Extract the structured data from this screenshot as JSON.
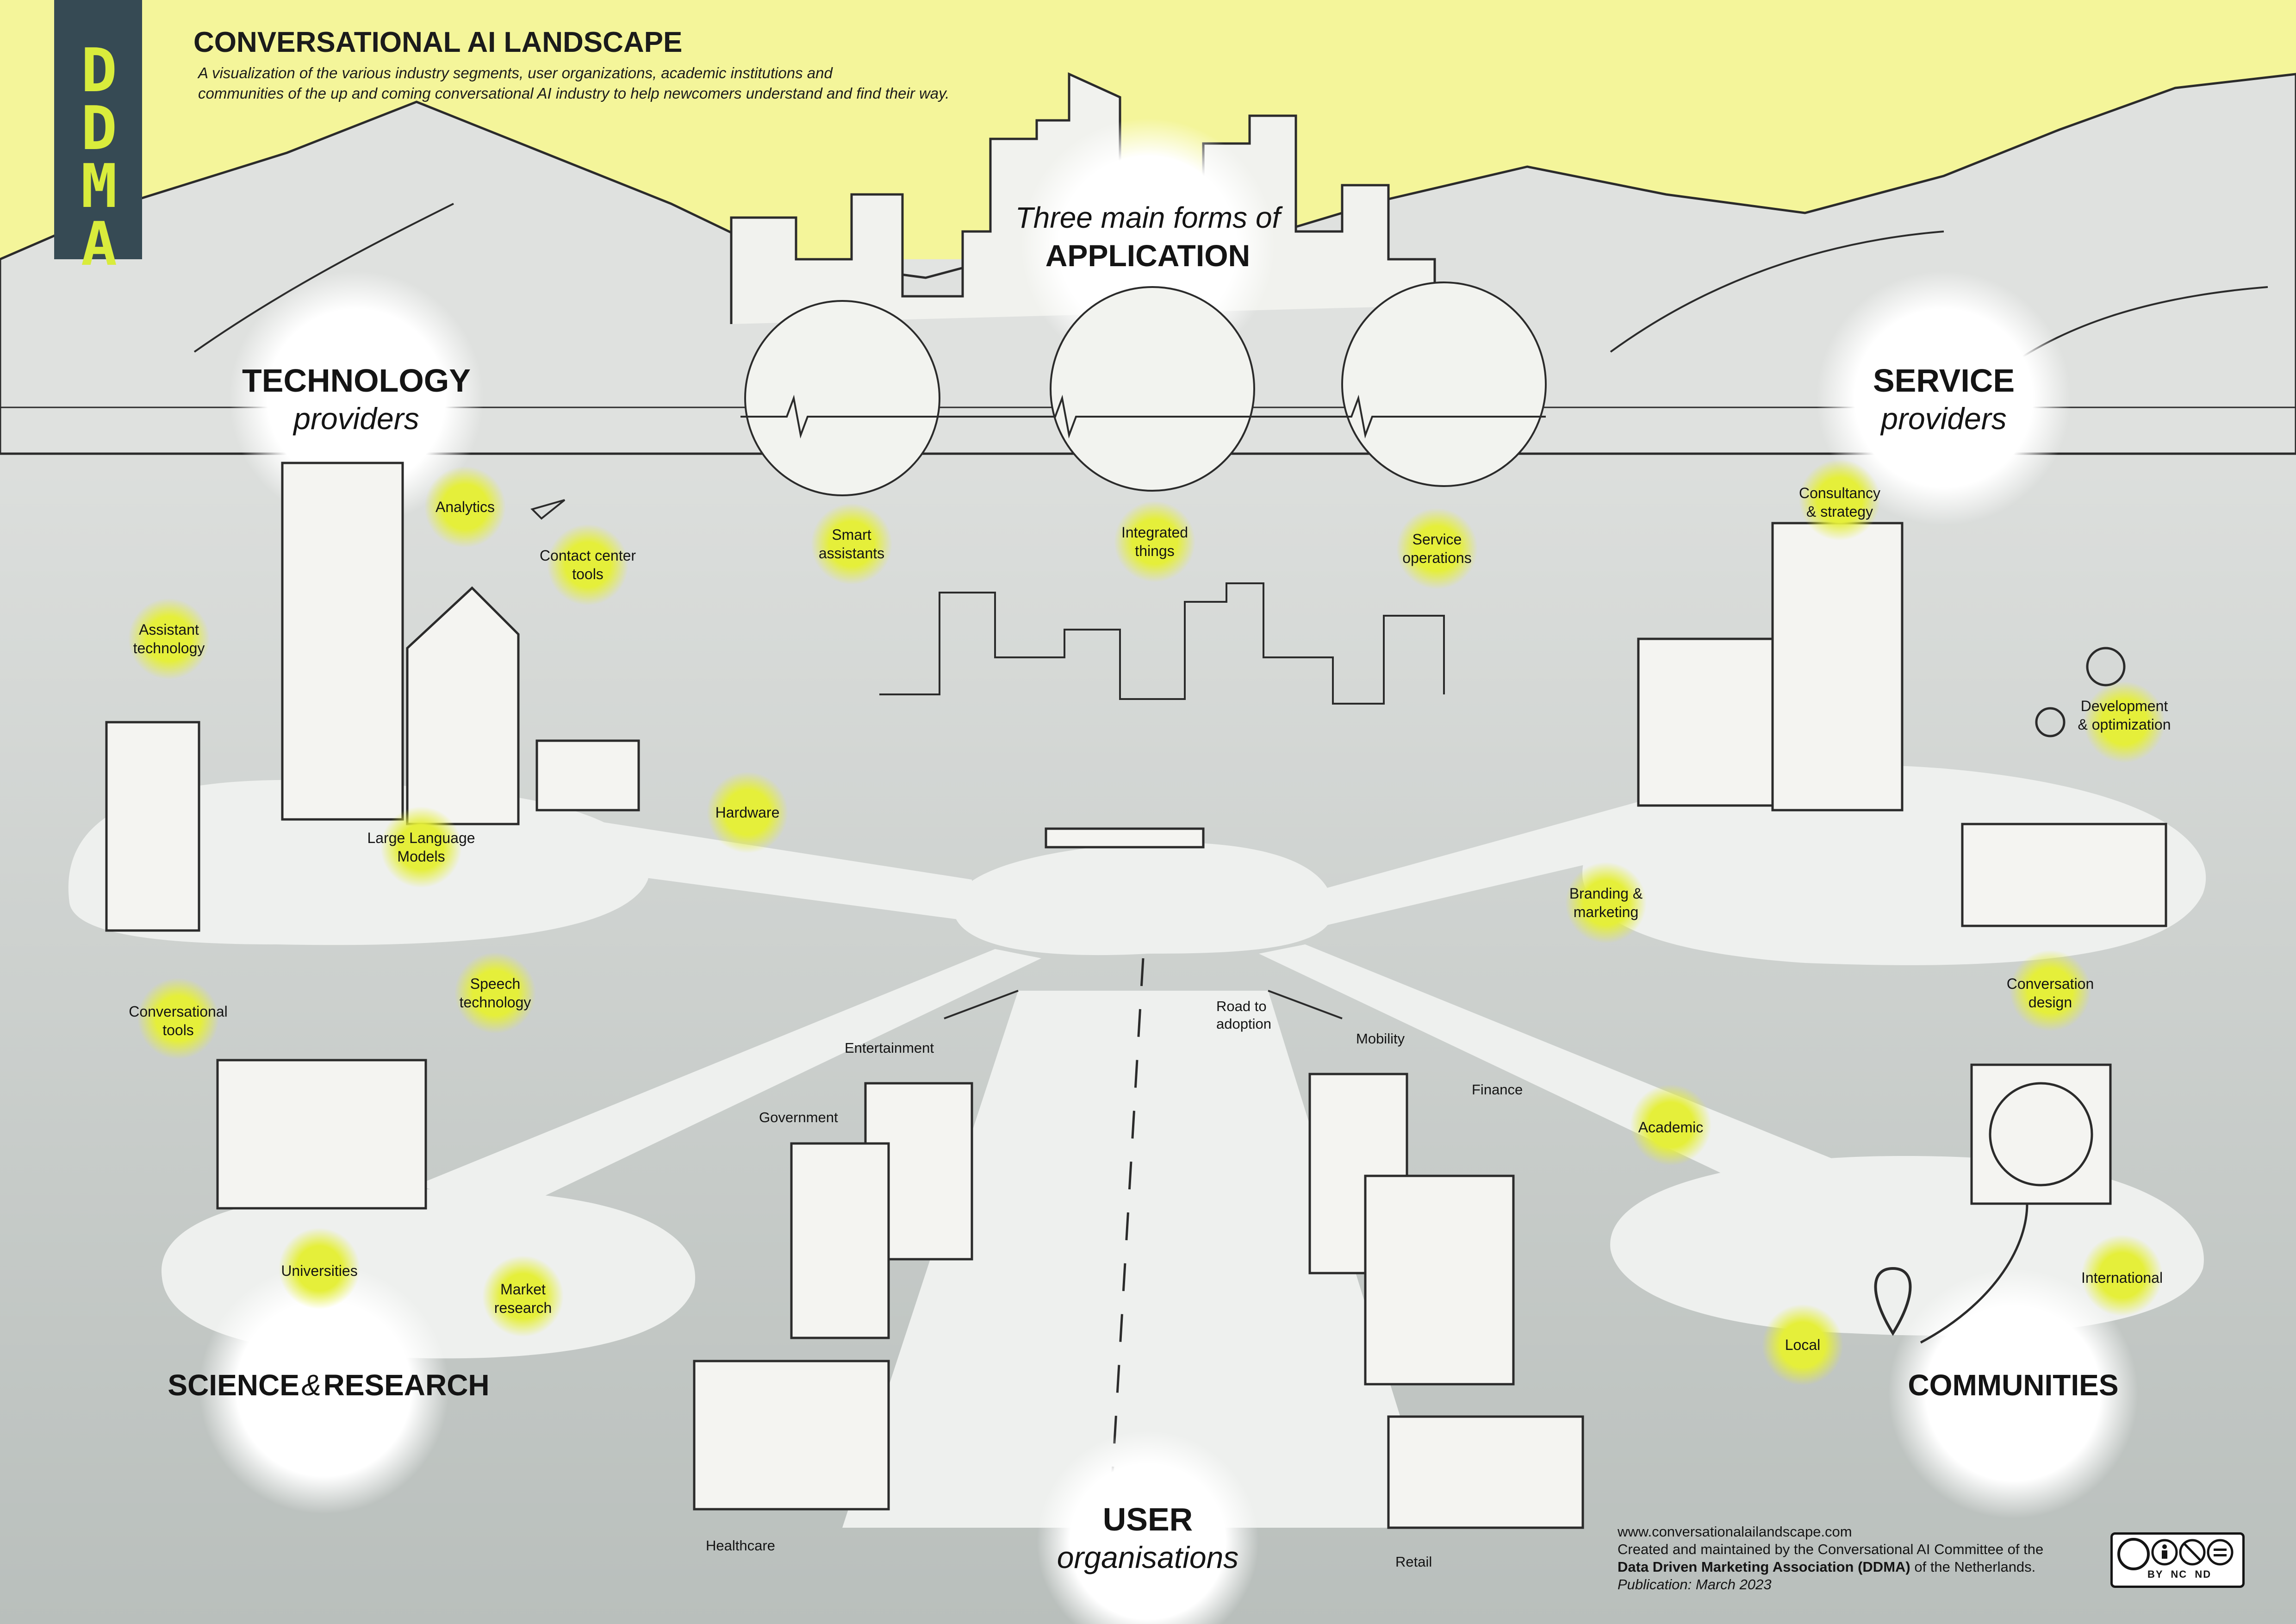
{
  "logo": {
    "text": "DDMA"
  },
  "header": {
    "title": "CONVERSATIONAL AI LANDSCAPE",
    "subtitle_line1": "A visualization of the various industry segments, user organizations, academic institutions and",
    "subtitle_line2": "communities of the up and coming conversational AI industry to help newcomers understand and find their way."
  },
  "application": {
    "title_line1": "Three main forms of",
    "title_line2": "APPLICATION",
    "items": [
      {
        "label_line1": "Smart",
        "label_line2": "assistants"
      },
      {
        "label_line1": "Integrated",
        "label_line2": "things"
      },
      {
        "label_line1": "Service",
        "label_line2": "operations"
      }
    ]
  },
  "technology": {
    "title": "TECHNOLOGY",
    "subtitle": "providers",
    "items": [
      {
        "label_line1": "Analytics",
        "label_line2": ""
      },
      {
        "label_line1": "Contact center",
        "label_line2": "tools"
      },
      {
        "label_line1": "Assistant",
        "label_line2": "technology"
      },
      {
        "label_line1": "Large Language",
        "label_line2": "Models"
      },
      {
        "label_line1": "Hardware",
        "label_line2": ""
      },
      {
        "label_line1": "Speech",
        "label_line2": "technology"
      },
      {
        "label_line1": "Conversational",
        "label_line2": "tools"
      }
    ]
  },
  "service": {
    "title": "SERVICE",
    "subtitle": "providers",
    "items": [
      {
        "label_line1": "Consultancy",
        "label_line2": "& strategy"
      },
      {
        "label_line1": "Development",
        "label_line2": "& optimization"
      },
      {
        "label_line1": "Branding &",
        "label_line2": "marketing"
      },
      {
        "label_line1": "Conversation",
        "label_line2": "design"
      }
    ]
  },
  "science": {
    "title_part1": "SCIENCE",
    "title_amp": "&",
    "title_part2": "RESEARCH",
    "items": [
      {
        "label_line1": "Universities",
        "label_line2": ""
      },
      {
        "label_line1": "Market",
        "label_line2": "research"
      }
    ]
  },
  "communities": {
    "title": "COMMUNITIES",
    "items": [
      {
        "label_line1": "Academic",
        "label_line2": ""
      },
      {
        "label_line1": "International",
        "label_line2": ""
      },
      {
        "label_line1": "Local",
        "label_line2": ""
      }
    ]
  },
  "user": {
    "title": "USER",
    "subtitle": "organisations",
    "road_label_line1": "Road to",
    "road_label_line2": "adoption",
    "segments": [
      "Entertainment",
      "Government",
      "Mobility",
      "Finance",
      "Healthcare",
      "Retail"
    ]
  },
  "footer": {
    "url": "www.conversationalailandscape.com",
    "line2": "Created and maintained by the Conversational AI Committee of the",
    "line3_bold": "Data Driven Marketing Association (DDMA)",
    "line3_rest": " of the Netherlands.",
    "publication": "Publication: March 2023",
    "license": "BY  NC  ND"
  },
  "colors": {
    "accent_yellow": "#e5ef3a",
    "sky_yellow": "#f4f59a",
    "logo_band": "#364a54",
    "ground_grey": "#c9cdca",
    "ink": "#141414"
  }
}
